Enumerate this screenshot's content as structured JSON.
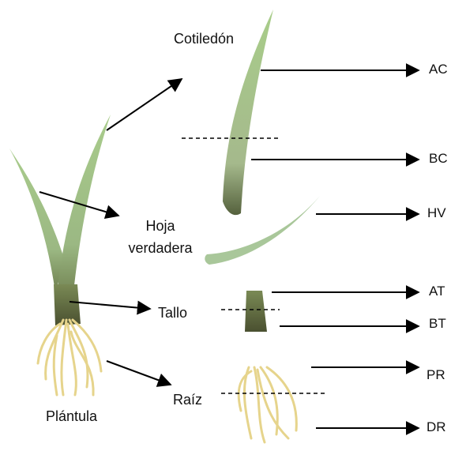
{
  "labels": {
    "cotiledon": "Cotiledón",
    "hoja_line1": "Hoja",
    "hoja_line2": "verdadera",
    "tallo": "Tallo",
    "raiz": "Raíz",
    "plantula": "Plántula"
  },
  "codes": {
    "ac": "AC",
    "bc": "BC",
    "hv": "HV",
    "at": "AT",
    "bt": "BT",
    "pr": "PR",
    "dr": "DR"
  },
  "colors": {
    "leaf_light": "#b7cfa0",
    "leaf_dark": "#8fb27a",
    "stem_base": "#4d5a35",
    "root": "#e8d690",
    "line": "#000000"
  }
}
